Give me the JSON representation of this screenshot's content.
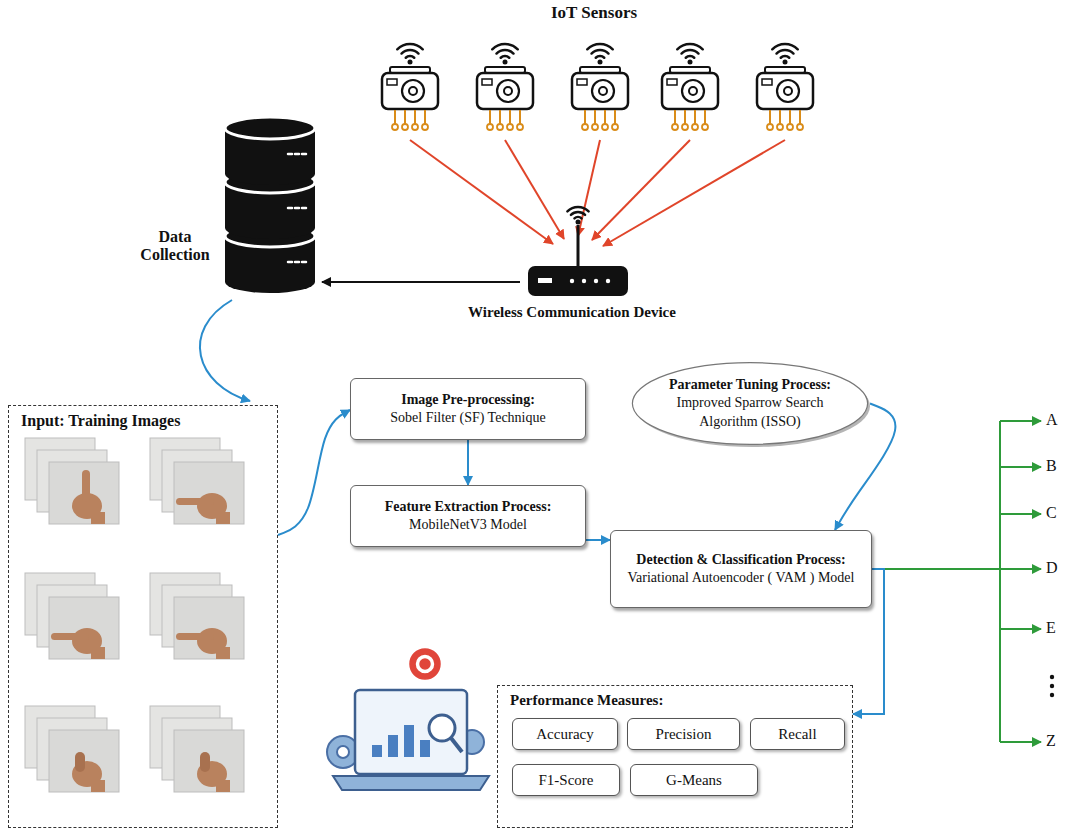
{
  "diagram": {
    "nodes": [
      {
        "text": [
          "Input: Training Images"
        ]
      },
      {
        "text": [
          "Image Pre-processing:",
          "Sobel Filter (SF) Technique"
        ]
      },
      {
        "text": [
          "Feature Extraction Process:",
          "MobileNetV3 Model"
        ]
      },
      {
        "text": [
          "Parameter Tuning Process:",
          "Improved Sparrow Search Algorithm (ISSO)"
        ]
      },
      {
        "text": [
          "Detection & Classification Process:",
          "Variational Autoencoder ( VAM ) Model"
        ]
      },
      {
        "text": [
          "Performance Measures:"
        ]
      },
      {
        "text": [
          "Accuracy"
        ],
        "in": 5
      },
      {
        "text": [
          "Precision"
        ],
        "in": 5
      },
      {
        "text": [
          "Recall"
        ],
        "in": 5
      },
      {
        "text": [
          "F1-Score"
        ],
        "in": 5
      },
      {
        "text": [
          "G-Means"
        ],
        "in": 5
      }
    ],
    "edges": [
      {
        "from": 0,
        "to": 1,
        "arrow": "to"
      },
      {
        "from": 1,
        "to": 2,
        "arrow": "to"
      },
      {
        "from": 2,
        "to": 4,
        "arrow": "to"
      },
      {
        "from": 3,
        "to": 4,
        "arrow": "to"
      },
      {
        "from": 4,
        "to": 5,
        "arrow": "to"
      }
    ],
    "labels": [
      "IoT Sensors",
      "Data Collection",
      "Wireless Communication Device",
      "A",
      "B",
      "C",
      "D",
      "E",
      "Z"
    ]
  }
}
